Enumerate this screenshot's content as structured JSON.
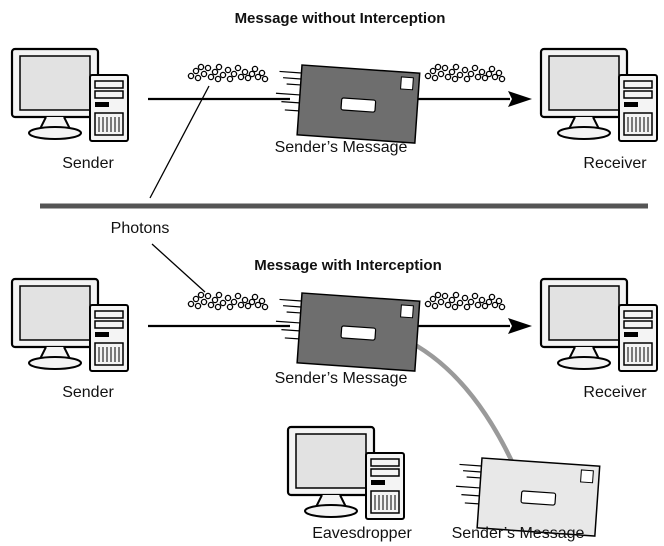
{
  "top_section": {
    "title": "Message without Interception",
    "sender_label": "Sender",
    "message_label": "Sender’s Message",
    "receiver_label": "Receiver"
  },
  "shared": {
    "photons_label": "Photons"
  },
  "bottom_section": {
    "title": "Message with Interception",
    "sender_label": "Sender",
    "message_label": "Sender’s Message",
    "receiver_label": "Receiver",
    "eavesdropper_label": "Eavesdropper",
    "copied_message_label": "Sender’s Message"
  },
  "colors": {
    "envelope_original": "#6e6e6e",
    "envelope_copy": "#e8e8e8",
    "divider": "#555555",
    "intercept_line": "#9a9a9a",
    "monitor_screen": "#d9d9d9"
  }
}
